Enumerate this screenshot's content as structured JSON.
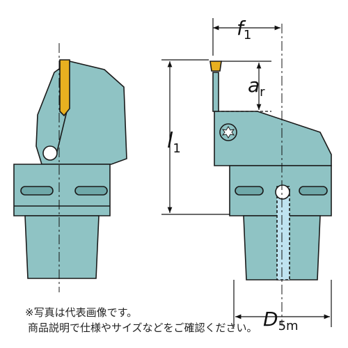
{
  "dimensions": {
    "f1": {
      "main": "f",
      "sub": "1"
    },
    "ar": {
      "main": "a",
      "sub": "r"
    },
    "l1": {
      "main": "l",
      "sub": "1"
    },
    "d5m": {
      "main": "D",
      "sub": "5m"
    }
  },
  "notes": {
    "line1": "※写真は代表画像です。",
    "line2": "商品説明で仕様やサイズなどをご確認ください。"
  },
  "colors": {
    "body": "#8fc3c4",
    "outline": "#1a1a1a",
    "insert": "#e8b020",
    "coolant": "#bfe3f0",
    "dimension": "#111111"
  }
}
